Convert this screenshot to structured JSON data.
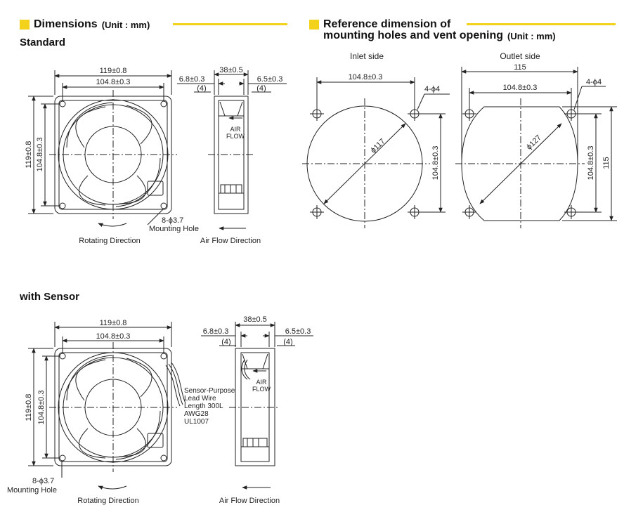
{
  "sections": {
    "dimensions": {
      "title": "Dimensions",
      "unit": "(Unit : mm)"
    },
    "reference": {
      "title_line1": "Reference dimension of",
      "title_line2": "mounting holes and vent opening",
      "unit": "(Unit : mm)"
    },
    "standard": {
      "title": "Standard"
    },
    "with_sensor": {
      "title": "with Sensor"
    }
  },
  "standard": {
    "width_outer": "119±0.8",
    "width_inner": "104.8±0.3",
    "height_outer": "119±0.8",
    "height_inner": "104.8±0.3",
    "depth": "38±0.5",
    "left_offset": "6.8±0.3",
    "right_offset": "6.5±0.3",
    "left_paren": "(4)",
    "right_paren": "(4)",
    "air_flow_1": "AIR",
    "air_flow_2": "FLOW",
    "hole_spec": "8-ϕ3.7",
    "mounting_hole": "Mounting Hole",
    "rotating_direction": "Rotating Direction",
    "air_flow_direction": "Air Flow Direction"
  },
  "sensor": {
    "width_outer": "119±0.8",
    "width_inner": "104.8±0.3",
    "height_outer": "119±0.8",
    "height_inner": "104.8±0.3",
    "depth": "38±0.5",
    "left_offset": "6.8±0.3",
    "right_offset": "6.5±0.3",
    "left_paren": "(4)",
    "right_paren": "(4)",
    "air_flow_1": "AIR",
    "air_flow_2": "FLOW",
    "lead_1": "Sensor-Purpose",
    "lead_2": "Lead Wire",
    "lead_3": "Length 300L",
    "lead_4": "AWG28",
    "lead_5": "UL1007",
    "hole_spec": "8-ϕ3.7",
    "mounting_hole": "Mounting Hole",
    "rotating_direction": "Rotating Direction",
    "air_flow_direction": "Air Flow Direction"
  },
  "inlet": {
    "title": "Inlet side",
    "hole_pitch": "104.8±0.3",
    "holes": "4-ϕ4",
    "diameter": "ϕ117",
    "vertical": "104.8±0.3"
  },
  "outlet": {
    "title": "Outlet side",
    "width": "115",
    "hole_pitch": "104.8±0.3",
    "holes": "4-ϕ4",
    "diameter": "ϕ127",
    "vertical": "104.8±0.3",
    "height": "115"
  },
  "colors": {
    "accent": "#f2d21a",
    "line": "#222222"
  }
}
